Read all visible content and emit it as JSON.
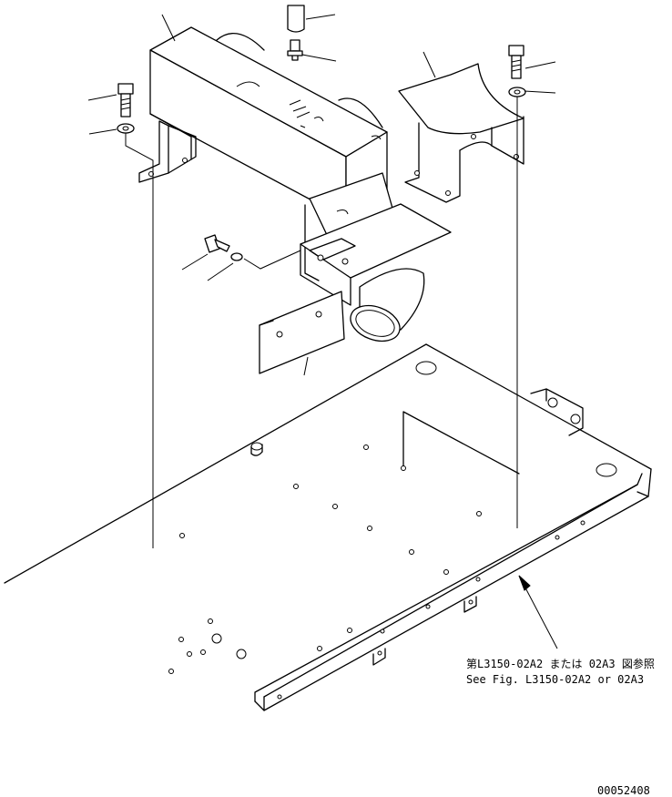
{
  "drawing": {
    "reference_note_jp": "第L3150-02A2 または 02A3 図参照",
    "reference_note_en": "See Fig. L3150-02A2 or 02A3",
    "drawing_number": "00052408"
  }
}
